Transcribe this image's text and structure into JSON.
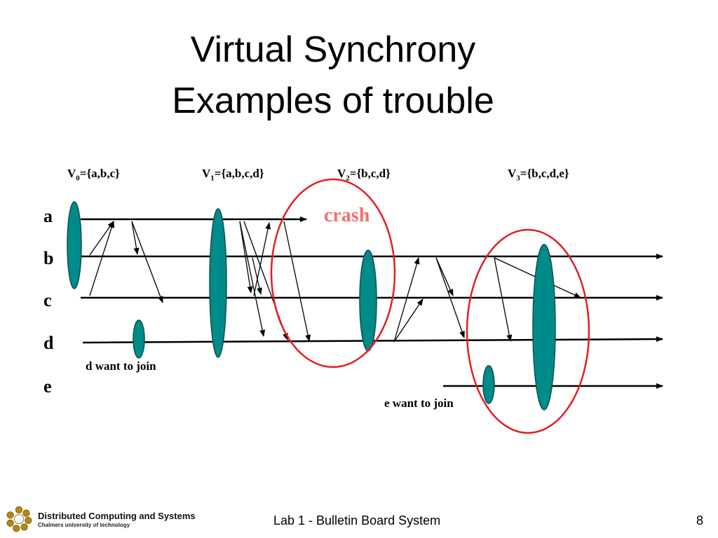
{
  "slide": {
    "title_line1": "Virtual Synchrony",
    "title_line2": "Examples of trouble"
  },
  "views": [
    {
      "prefix": "V",
      "sub": "0",
      "set": "={a,b,c}"
    },
    {
      "prefix": "V",
      "sub": "1",
      "set": "={a,b,c,d}"
    },
    {
      "prefix": "V",
      "sub": "2",
      "set": "={b,c,d}"
    },
    {
      "prefix": "V",
      "sub": "3",
      "set": "={b,c,d,e}"
    }
  ],
  "processes": [
    "a",
    "b",
    "c",
    "d",
    "e"
  ],
  "annotations": {
    "crash": "crash",
    "d_join": "d want to join",
    "e_join": "e want to join"
  },
  "colors": {
    "view_ellipse": "#008b8b",
    "highlight_circle": "#e31e24",
    "crash_text": "#f4716a"
  },
  "footer": {
    "logo_name": "Distributed Computing and Systems",
    "logo_sub": "Chalmers university of technology",
    "center": "Lab 1 - Bulletin Board System",
    "page": "8"
  }
}
